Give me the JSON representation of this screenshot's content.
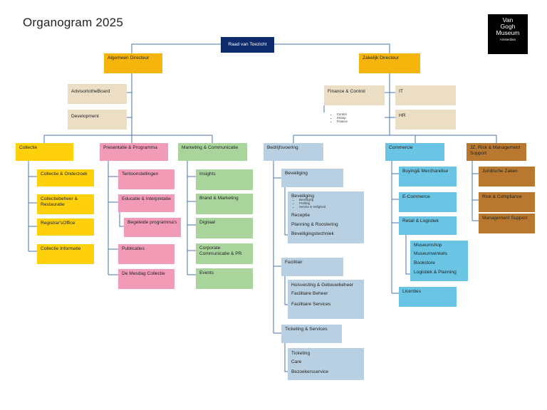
{
  "title": "Organogram 2025",
  "logo": {
    "line1": "Van",
    "line2": "Gogh",
    "line3": "Museum",
    "small": "Amsterdam"
  },
  "boxes": {
    "raad": "Raad van Toezicht",
    "algemeen": "Algemeen Directeur",
    "zakelijk": "Zakelijk Directeur",
    "advisor": "AdvisortotheBoard",
    "development": "Development",
    "finance": "Finance & Control",
    "it": "IT",
    "hr": "HR",
    "collectie": "Collectie",
    "presentatie": "Presentatie & Programma",
    "marketing": "Marketing & Communicatie",
    "bedrijfsvoering": "Bedrijfsvoering",
    "commercie": "Commercie",
    "jz": "JZ, Risk & Management Support",
    "c_onderzoek": "Collectie & Onderzoek",
    "c_beheer": "Collectiebeheer & Restauratie",
    "c_registrar": "Registrar'sOffice",
    "c_informatie": "Collectie Informatie",
    "p_tentoon": "Tentoonstellingen",
    "p_educatie": "Educatie & Interpretatie",
    "p_begeleide": "Begeleide programma's",
    "p_publicaties": "Publicaties",
    "p_mesdag": "De Mesdag Collectie",
    "m_insights": "Insights",
    "m_brand": "Brand & Marketing",
    "m_digitaal": "Digitaal",
    "m_corporate": "Corporate Communicatie & PR",
    "m_events": "Events",
    "b_beveiliging": "Beveiliging",
    "b_facilitair": "Facilitair",
    "b_ticketing": "Ticketing & Services",
    "co_buying": "Buying& Merchandise",
    "co_ecommerce": "E-Commerce",
    "co_retail": "Retail & Logistiek",
    "co_licenties": "Licenties",
    "jz_juridisch": "Juridische Zaken",
    "jz_risk": "Risk & Compliance",
    "jz_mgmt": "Management Support"
  },
  "finance_items": [
    "Control",
    "Inkoop",
    "Finance"
  ],
  "beveiliging_group": {
    "head": "Beveiliging",
    "items": [
      "Beveiliging",
      "Profiling",
      "Service & Veiligheid"
    ],
    "rest": [
      "Receptie",
      "Planning & Roostering",
      "Beveiligingstechniek"
    ]
  },
  "facilitair_group": [
    "Huisvesting & Gebouwbeheer",
    "Facilitaire Beheer",
    "Facilitaire Services"
  ],
  "ticketing_group": [
    "Ticketing",
    "Care",
    "Bezoekersservice"
  ],
  "retail_group": [
    "Museumshop",
    "Museumwinkels",
    "Bookstore",
    "Logistiek & Planning"
  ]
}
